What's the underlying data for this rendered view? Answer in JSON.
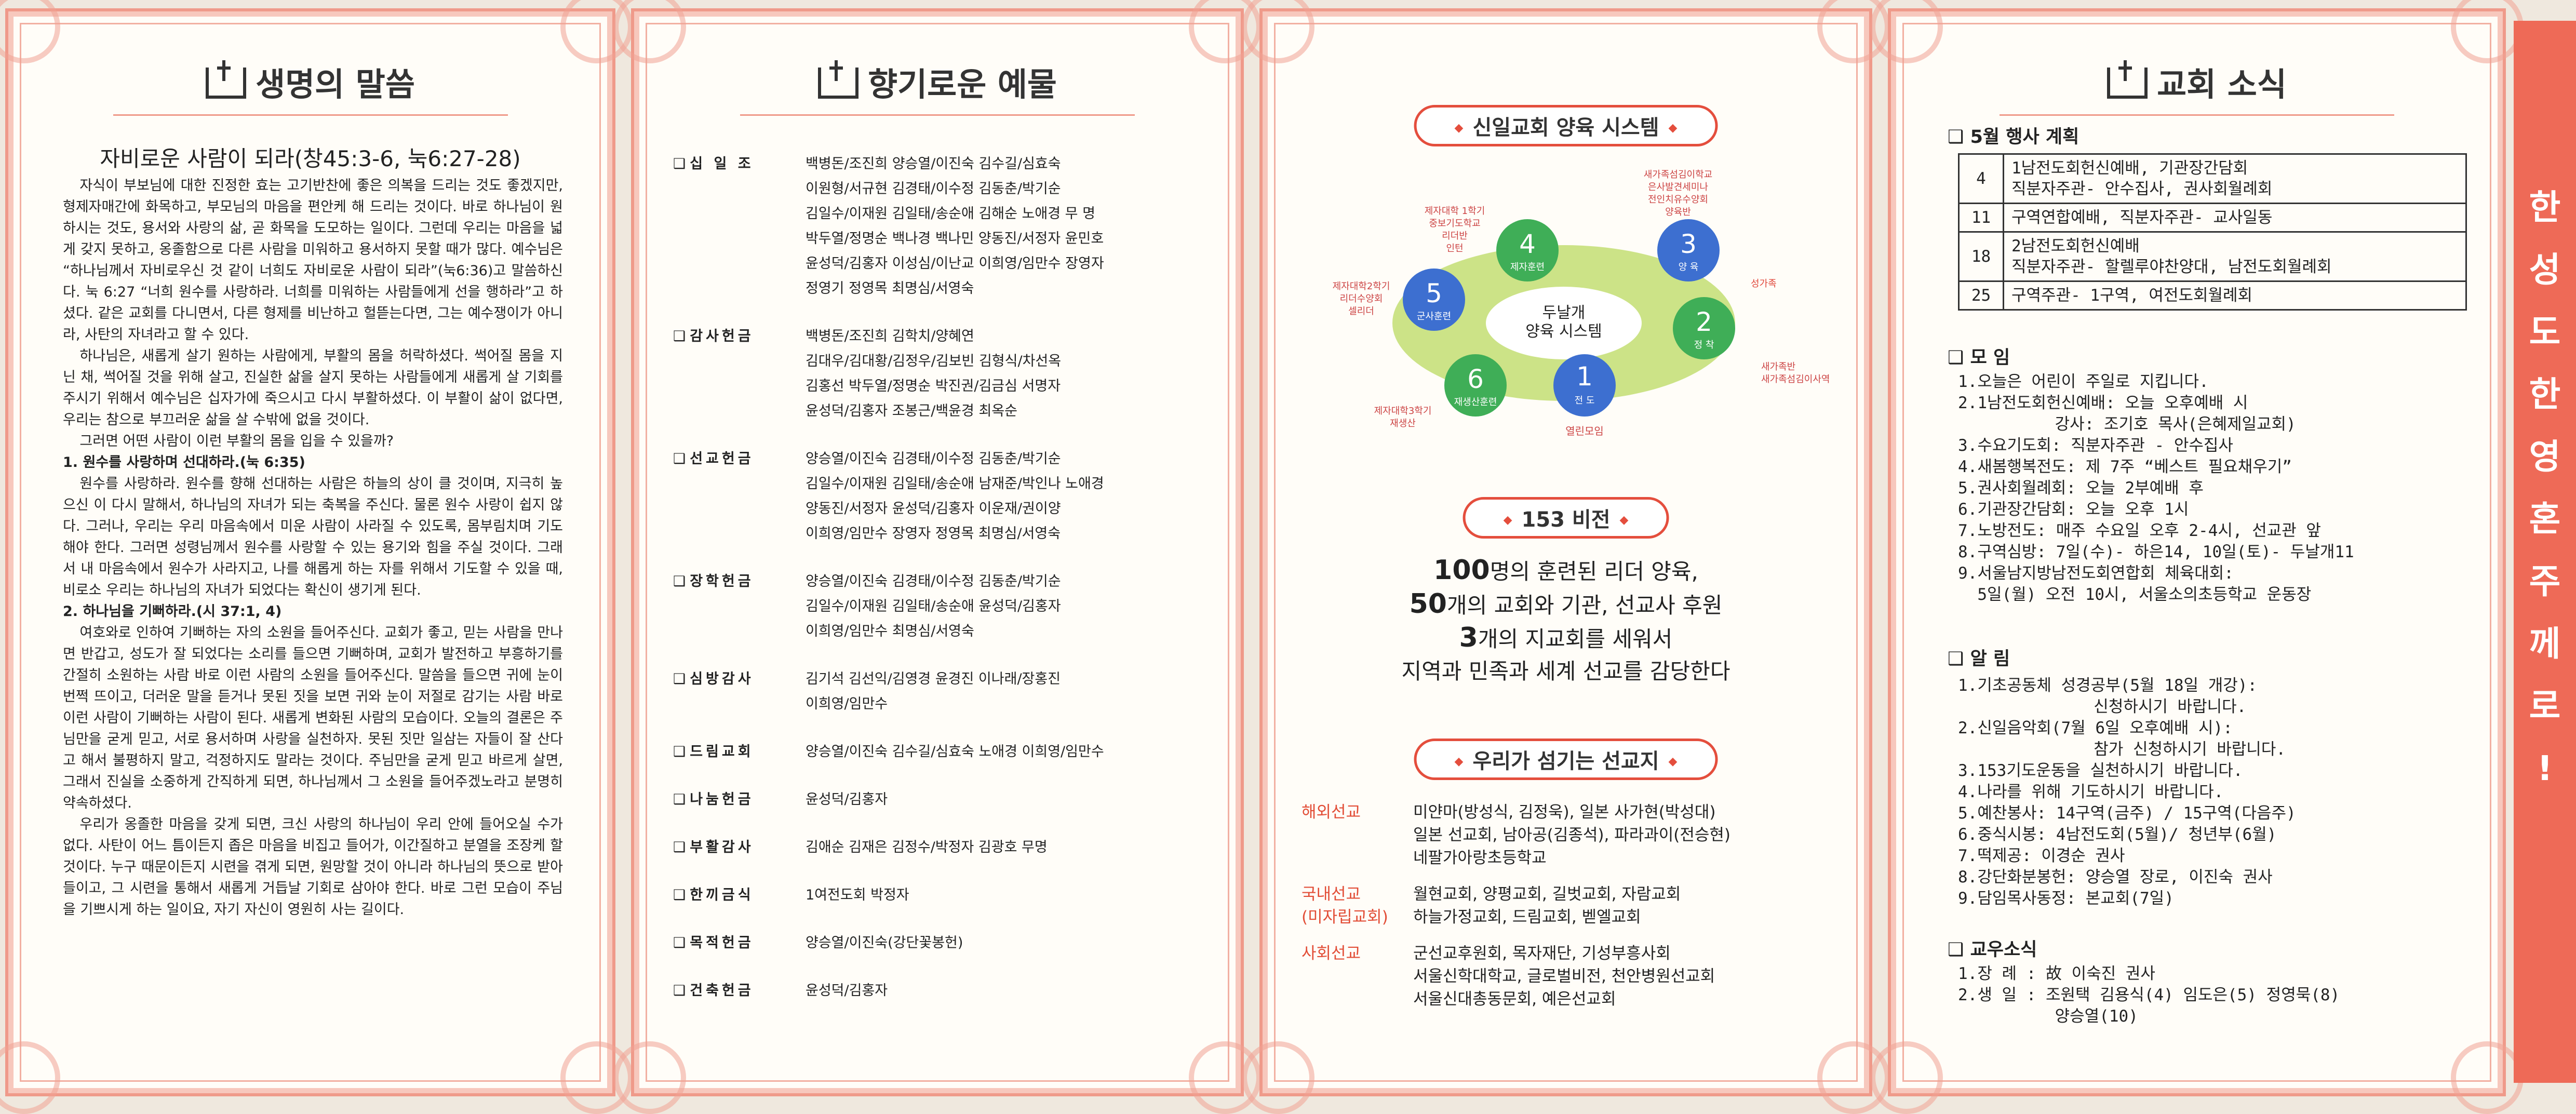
{
  "panel1": {
    "title": "생명의 말씀",
    "subtitle": "자비로운 사람이 되라(창45:3-6, 눅6:27-28)",
    "paragraphs": [
      "자식이 부보님에 대한 진정한 효는 고기반찬에 좋은 의복을 드리는 것도 좋겠지만, 형제자매간에 화목하고, 부모님의 마음을 편안케 해 드리는 것이다. 바로 하나님이 원하시는 것도, 용서와 사랑의 삶, 곧 화목을 도모하는 일이다. 그런데 우리는 마음을 넓게 갖지 못하고, 옹졸함으로 다른 사람을 미워하고 용서하지 못할 때가 많다. 예수님은 “하나님께서 자비로우신 것 같이 너희도 자비로운 사람이 되라”(눅6:36)고 말씀하신다. 눅 6:27 “너희 원수를 사랑하라. 너희를 미워하는 사람들에게 선을 행하라”고 하셨다. 같은 교회를 다니면서, 다른 형제를 비난하고 헐뜯는다면, 그는 예수쟁이가 아니라, 사탄의 자녀라고 할 수 있다.",
      "하나님은, 새롭게 살기 원하는 사람에게, 부활의 몸을 허락하셨다. 썩어질 몸을 지닌 채, 썩어질 것을 위해 살고, 진실한 삶을 살지 못하는 사람들에게 새롭게 살 기회를 주시기 위해서 예수님은 십자가에 죽으시고 다시 부활하셨다. 이 부활이 삶이 없다면, 우리는 참으로 부끄러운 삶을 살 수밖에 없을 것이다.",
      "그러면 어떤 사람이 이런 부활의 몸을 입을 수 있을까?"
    ],
    "heading1": "1. 원수를 사랑하며 선대하라.(눅 6:35)",
    "paragraphs2": [
      "원수를 사랑하라. 원수를 향해 선대하는 사람은 하늘의 상이 클 것이며, 지극히 높으신 이 다시 말해서, 하나님의 자녀가 되는 축복을 주신다. 물론 원수 사랑이 쉽지 않다. 그러나, 우리는 우리 마음속에서 미운 사람이 사라질 수 있도록, 몸부림치며 기도해야 한다. 그러면 성령님께서 원수를 사랑할 수 있는 용기와 힘을 주실 것이다. 그래서 내 마음속에서 원수가 사라지고, 나를 해롭게 하는 자를 위해서 기도할 수 있을 때, 비로소 우리는 하나님의 자녀가 되었다는 확신이 생기게 된다."
    ],
    "heading2": "2. 하나님을 기뻐하라.(시 37:1, 4)",
    "paragraphs3": [
      "여호와로 인하여 기뻐하는 자의 소원을 들어주신다. 교회가 좋고, 믿는 사람을 만나면 반갑고, 성도가 잘 되었다는 소리를 들으면 기뻐하며, 교회가 발전하고 부흥하기를 간절히 소원하는 사람 바로 이런 사람의 소원을 들어주신다. 말씀을 들으면 귀에 눈이 번쩍 뜨이고, 더러운 말을 듣거나 못된 짓을 보면 귀와 눈이 저절로 감기는 사람 바로 이런 사람이 기뻐하는 사람이 된다. 새롭게 변화된 사람의 모습이다. 오늘의 결론은 주님만을 굳게 믿고, 서로 용서하며 사랑을 실천하자. 못된 짓만 일삼는 자들이 잘 산다고 해서 불평하지 말고, 걱정하지도 말라는 것이다. 주님만을 굳게 믿고 바르게 살면, 그래서 진실을 소중하게 간직하게 되면, 하나님께서 그 소원을 들어주겠노라고 분명히 약속하셨다.",
      "우리가 옹졸한 마음을 갖게 되면, 크신 사랑의 하나님이 우리 안에 들어오실 수가 없다. 사탄이 어느 틈이든지 좁은 마음을 비집고 들어가, 이간질하고 분열을 조장케 할 것이다. 누구 때문이든지 시련을 겪게 되면, 원망할 것이 아니라 하나님의 뜻으로 받아들이고, 그 시련을 통해서 새롭게 거듭날 기회로 삼아야 한다. 바로 그런 모습이 주님을 기쁘시게 하는 일이요, 자기 자신이 영원히 사는 길이다."
    ]
  },
  "panel2": {
    "title": "향기로운 예물",
    "rows": [
      {
        "label": "십 일 조",
        "value": "백병돈/조진희 양승열/이진숙 김수길/심효숙\n이원형/서규현 김경태/이수정 김동춘/박기순\n김일수/이재원 김일태/송순애 김해순 노애경 무 명\n박두열/정명순 백나경 백나민 양동진/서정자 윤민호\n윤성덕/김홍자 이성심/이난교 이희영/임만수 장영자\n정영기 정영목 최명심/서영숙"
      },
      {
        "label": "감사헌금",
        "value": "백병돈/조진희 김학치/양혜연\n김대우/김대황/김정우/김보빈 김형식/차선옥\n김홍선 박두열/정명순 박진권/김금심 서명자\n윤성덕/김홍자 조봉근/백윤경 최옥순"
      },
      {
        "label": "선교헌금",
        "value": "양승열/이진숙 김경태/이수정 김동춘/박기순\n김일수/이재원 김일태/송순애 남재준/박인나 노애경\n양동진/서정자 윤성덕/김홍자 이운재/권이양\n이희영/임만수 장영자 정영목 최명심/서영숙"
      },
      {
        "label": "장학헌금",
        "value": "양승열/이진숙 김경태/이수정 김동춘/박기순\n김일수/이재원 김일태/송순애 윤성덕/김홍자\n이희영/임만수 최명심/서영숙"
      },
      {
        "label": "심방감사",
        "value": "김기석 김선익/김영경 윤경진 이나래/장홍진\n이희영/임만수"
      },
      {
        "label": "드림교회",
        "value": "양승열/이진숙 김수길/심효숙 노애경 이희영/임만수"
      },
      {
        "label": "나눔헌금",
        "value": "윤성덕/김홍자"
      },
      {
        "label": "부활감사",
        "value": "김애순 김재은 김정수/박정자 김광호 무명"
      },
      {
        "label": "한끼금식",
        "value": "1여전도회 박정자"
      },
      {
        "label": "목적헌금",
        "value": "양승열/이진숙(강단꽃봉헌)"
      },
      {
        "label": "건축헌금",
        "value": "윤성덕/김홍자"
      }
    ]
  },
  "panel3": {
    "system_title": "신일교회 양육 시스템",
    "center_label": "두날개\n양육 시스템",
    "steps": [
      {
        "num": "1",
        "name": "전 도",
        "note": "열린모임"
      },
      {
        "num": "2",
        "name": "정 착",
        "note": "새가족반\n새가족섬김이사역"
      },
      {
        "num": "3",
        "name": "양 육",
        "note": "새가족섬김이학교\n은사발견세미나\n전인치유수양회\n양육반"
      },
      {
        "num": "4",
        "name": "제자훈련",
        "note": "제자대학 1학기\n중보기도학교\n리더반\n인턴"
      },
      {
        "num": "5",
        "name": "군사훈련",
        "note": "제자대학2학기\n리더수양회\n셀리더"
      },
      {
        "num": "6",
        "name": "재생산훈련",
        "note": "제자대학3학기\n재생산"
      }
    ],
    "growth_label": "성가족",
    "vision_title": "153 비전",
    "vision_lines": [
      {
        "num": "100",
        "text": "명의 훈련된 리더 양육,"
      },
      {
        "num": "50",
        "text": "개의 교회와 기관, 선교사 후원"
      },
      {
        "num": "3",
        "text": "개의 지교회를 세워서"
      },
      {
        "num": "",
        "text": "지역과 민족과 세계 선교를 감당한다"
      }
    ],
    "mission_title": "우리가 섬기는 선교지",
    "missions": [
      {
        "cat": "해외선교",
        "value": "미얀마(방성식, 김정욱), 일본 사가현(박성대)\n일본 선교회, 남아공(김종석), 파라과이(전승현)\n네팔가아랑초등학교"
      },
      {
        "cat": "국내선교\n(미자립교회)",
        "value": "월현교회, 양평교회, 길벗교회, 자람교회\n하늘가정교회, 드림교회, 벧엘교회"
      },
      {
        "cat": "사회선교",
        "value": "군선교후원회, 목자재단, 기성부흥사회\n서울신학대학교, 글로벌비전, 천안병원선교회\n서울신대총동문회, 예은선교회"
      }
    ]
  },
  "panel4": {
    "title": "교회 소식",
    "events_title": "5월 행사 계획",
    "events": [
      {
        "day": "4",
        "text": "1남전도회헌신예배, 기관장간담회\n직분자주관- 안수집사, 권사회월례회"
      },
      {
        "day": "11",
        "text": "구역연합예배, 직분자주관- 교사일동"
      },
      {
        "day": "18",
        "text": "2남전도회헌신예배\n직분자주관- 할렐루야찬양대, 남전도회월례회"
      },
      {
        "day": "25",
        "text": "구역주관- 1구역, 여전도회월례회"
      }
    ],
    "meeting_title": "모 임",
    "meetings": "1.오늘은 어린이 주일로 지킵니다.\n2.1남전도회헌신예배: 오늘 오후예배 시\n          강사: 조기호 목사(은혜제일교회)\n3.수요기도회: 직분자주관 - 안수집사\n4.새봄행복전도: 제 7주 “베스트 필요채우기”\n5.권사회월례회: 오늘 2부예배 후\n6.기관장간담회: 오늘 오후 1시\n7.노방전도: 매주 수요일 오후 2-4시, 선교관 앞\n8.구역심방: 7일(수)- 하은14, 10일(토)- 두날개11\n9.서울남지방남전도회연합회 체육대회:\n  5일(월) 오전 10시, 서울소의초등학교 운동장",
    "notice_title": "알 림",
    "notices": "1.기초공동체 성경공부(5월 18일 개강):\n              신청하시기 바랍니다.\n2.신일음악회(7월 6일 오후예배 시):\n              참가 신청하시기 바랍니다.\n3.153기도운동을 실천하시기 바랍니다.\n4.나라를 위해 기도하시기 바랍니다.\n5.예찬봉사: 14구역(금주) / 15구역(다음주)\n6.중식시봉: 4남전도회(5월)/ 청년부(6월)\n7.떡제공: 이경순 권사\n8.강단화분봉헌: 양승열 장로, 이진숙 권사\n9.담임목사동정: 본교회(7일)",
    "member_title": "교우소식",
    "members": "1.장 례 : 故 이숙진 권사\n2.생 일 : 조원택 김용식(4) 임도은(5) 정영묵(8)\n          양승열(10)"
  },
  "banner": {
    "text": "한\n성\n도\n한\n영\n혼\n주\n께\n로\n!"
  }
}
